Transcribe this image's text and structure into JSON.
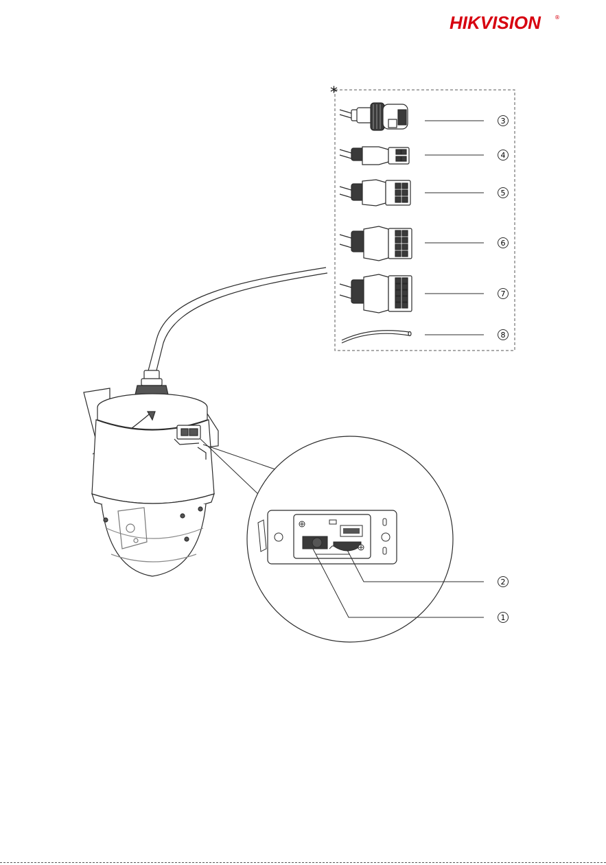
{
  "brand": {
    "prefix": "HIK",
    "suffix": "VISION",
    "registered": "®",
    "prefix_color": "#d7000f",
    "suffix_color": "#d7000f"
  },
  "asterisk": "*",
  "callouts": [
    {
      "number": "1",
      "target": "network-interface-port"
    },
    {
      "number": "2",
      "target": "memory-card-slot"
    },
    {
      "number": "3",
      "target": "rj45-network-connector"
    },
    {
      "number": "4",
      "target": "2-pin-terminal-connector"
    },
    {
      "number": "5",
      "target": "6-pin-terminal-connector"
    },
    {
      "number": "6",
      "target": "8-pin-terminal-connector"
    },
    {
      "number": "7",
      "target": "10-pin-terminal-connector"
    },
    {
      "number": "8",
      "target": "grounding-wire"
    }
  ],
  "colors": {
    "line": "#2b2b2b",
    "light_line": "#7a7a7a",
    "fill_dark": "#3a3a3a",
    "fill_light": "#f4f4f4"
  }
}
